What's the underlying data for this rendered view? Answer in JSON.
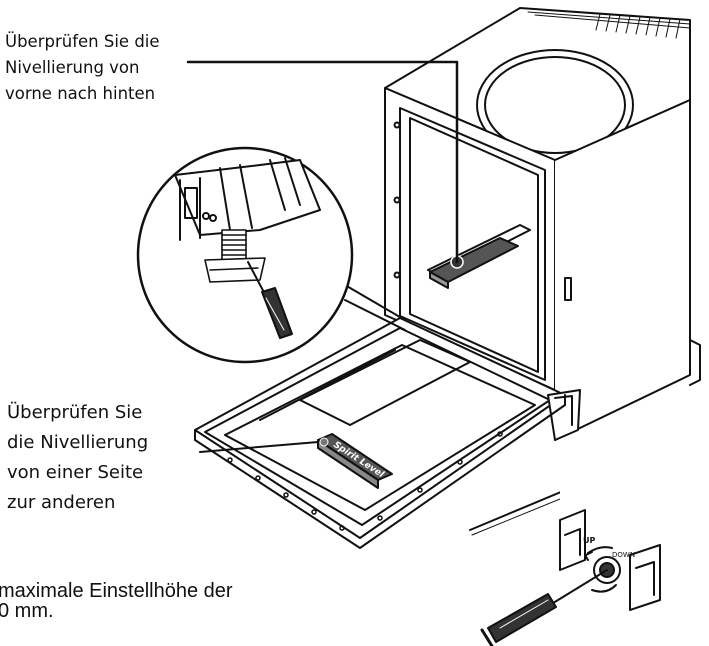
{
  "annotations": {
    "top": [
      "Überprüfen Sie die",
      "Nivellierung von",
      "vorne nach hinten"
    ],
    "side": [
      "Überprüfen Sie",
      "die Nivellierung",
      "von einer Seite",
      "zur anderen"
    ]
  },
  "caption": [
    "maximale Einstellhöhe der",
    "0 mm."
  ],
  "illustration": {
    "spirit_level_text": "Spirit Level",
    "up_text": "UP",
    "down_text": "DOWN"
  }
}
